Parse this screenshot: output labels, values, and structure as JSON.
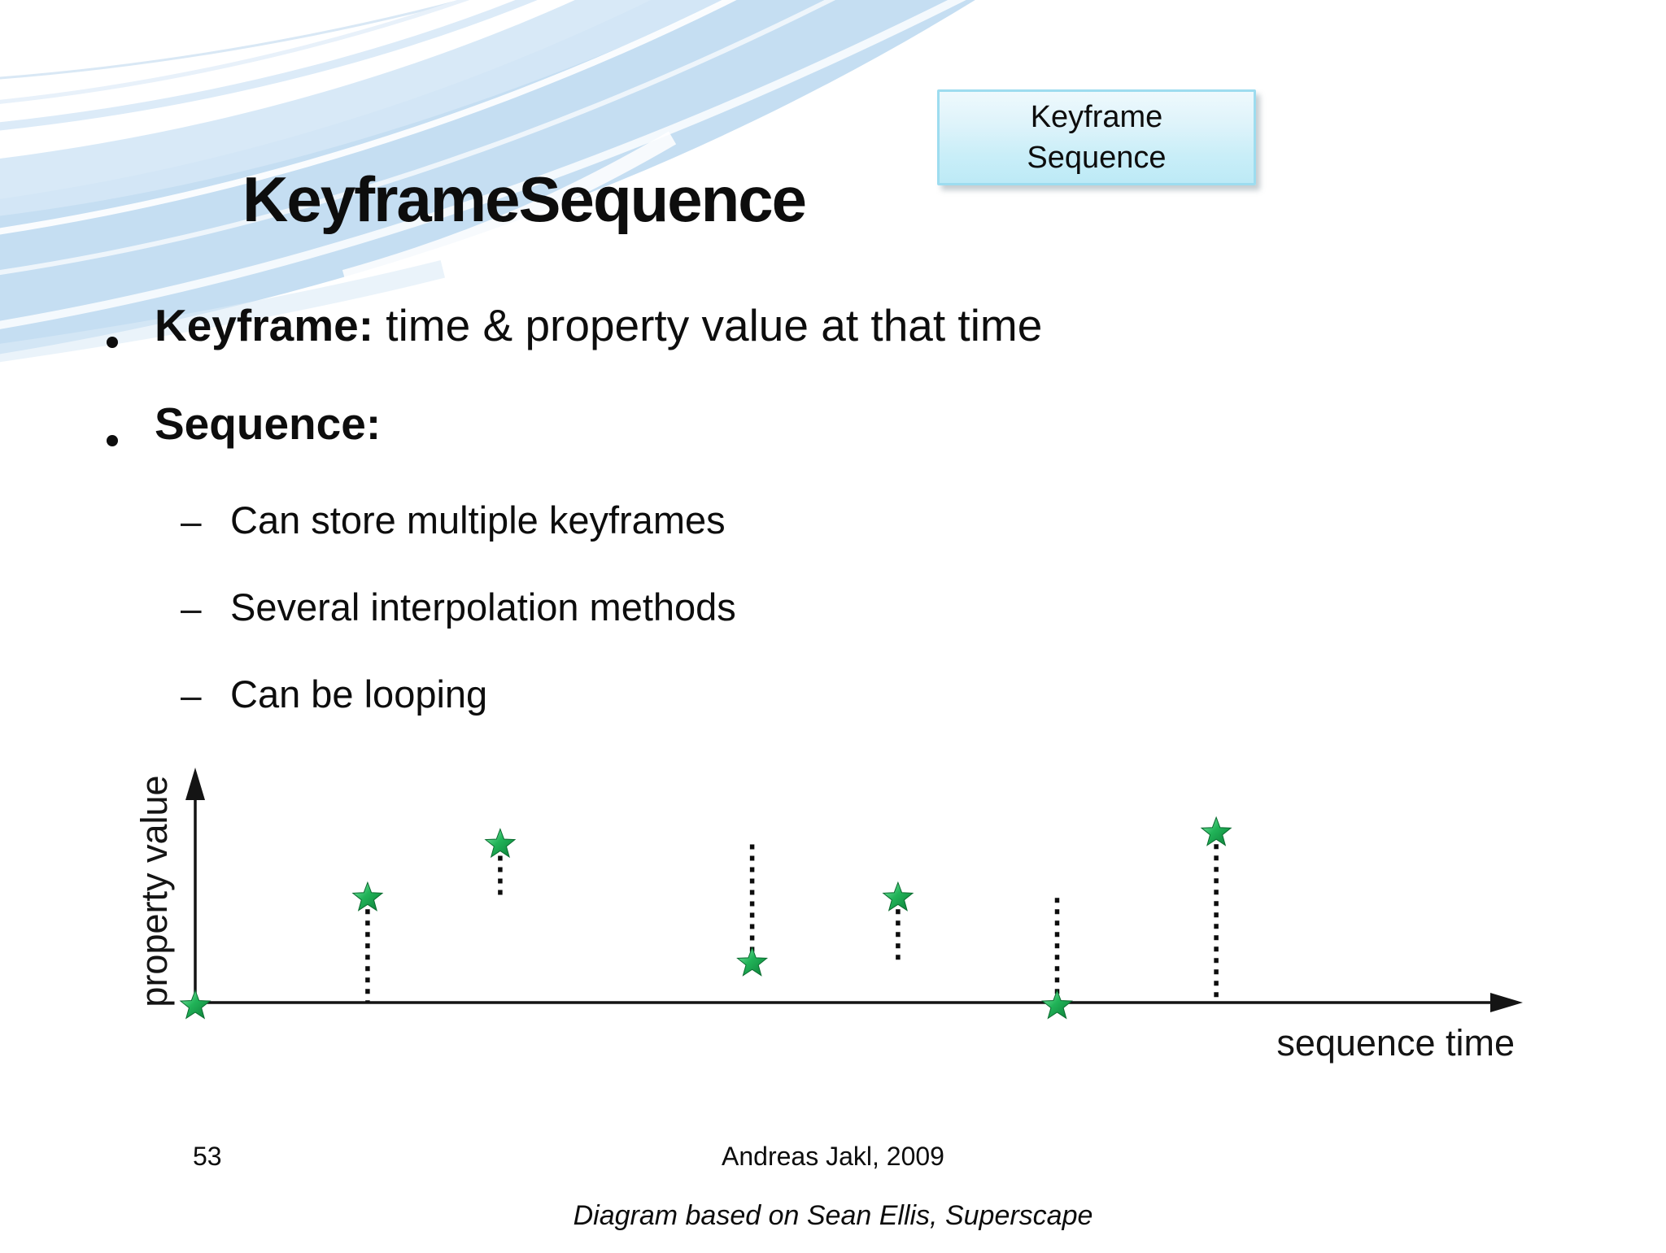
{
  "slide": {
    "title": "KeyframeSequence",
    "callout": {
      "lines": [
        "Keyframe",
        "Sequence"
      ]
    },
    "bullets": [
      {
        "lead": "Keyframe:",
        "text": " time & property value at that time"
      },
      {
        "lead": "Sequence:",
        "text": ""
      }
    ],
    "sub_bullets": [
      "Can store multiple keyframes",
      "Several interpolation methods",
      "Can be looping"
    ],
    "footer": {
      "page_number": "53",
      "author": "Andreas Jakl, 2009",
      "credit": "Diagram based on Sean Ellis, Superscape"
    }
  },
  "chart_data": {
    "type": "line",
    "subtype": "step-hold-keyframe-sequence",
    "title": "",
    "xlabel": "sequence time",
    "ylabel": "property value",
    "axis_numeric_labels": false,
    "xlim": [
      0,
      1
    ],
    "ylim": [
      0,
      10
    ],
    "interpolation": "step (value held until next keyframe)",
    "keyframes": [
      {
        "t": 0.0,
        "value": 0.0
      },
      {
        "t": 0.13,
        "value": 4.5
      },
      {
        "t": 0.23,
        "value": 6.8
      },
      {
        "t": 0.42,
        "value": 1.7
      },
      {
        "t": 0.53,
        "value": 4.5
      },
      {
        "t": 0.65,
        "value": 0.0
      },
      {
        "t": 0.77,
        "value": 7.3
      }
    ],
    "last_segment_end_t": 0.98,
    "marker": "green-star",
    "segment_color": "#F7B614",
    "marker_color": "#21B358",
    "connector_style": "dotted-black-vertical",
    "legend": null,
    "grid": false
  },
  "colors": {
    "accent_yellow": "#F7B614",
    "yellow_shadow": "#D9B157",
    "star_green": "#21B358",
    "star_green_dark": "#0C7D37",
    "callout_border": "#9DDCEF",
    "callout_fill_top": "#EEF9FD",
    "callout_fill_bottom": "#BDEAF6",
    "swoosh_blue": "#C5DEF2",
    "axis_black": "#141414",
    "text": "#0D0D0D"
  }
}
